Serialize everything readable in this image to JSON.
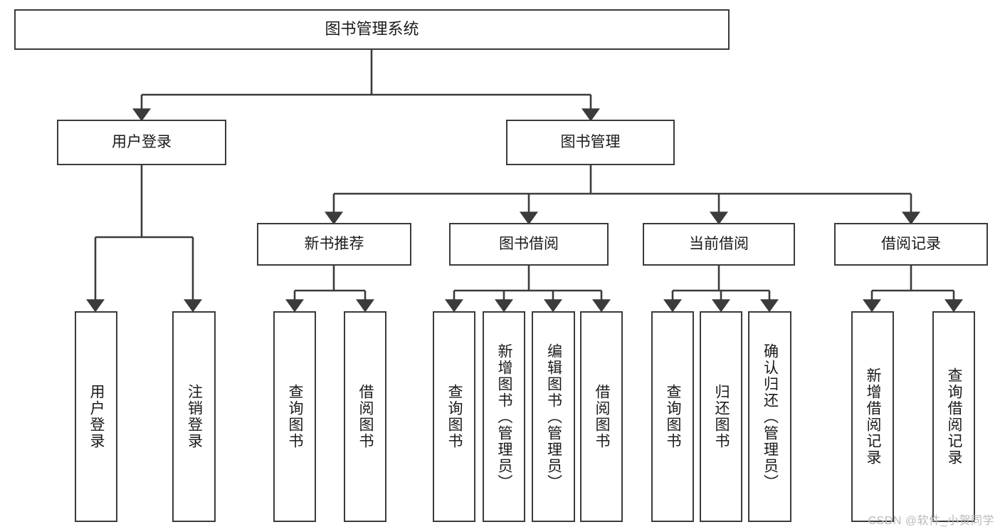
{
  "diagram": {
    "type": "tree",
    "title": "图书管理系统",
    "levels": {
      "root": {
        "label": "图书管理系统"
      },
      "level2": [
        {
          "label": "用户登录"
        },
        {
          "label": "图书管理"
        }
      ],
      "level3": [
        {
          "label": "新书推荐"
        },
        {
          "label": "图书借阅"
        },
        {
          "label": "当前借阅"
        },
        {
          "label": "借阅记录"
        }
      ],
      "leaves": [
        {
          "label": "用户登录",
          "parent": "用户登录"
        },
        {
          "label": "注销登录",
          "parent": "用户登录"
        },
        {
          "label": "查询图书",
          "parent": "新书推荐"
        },
        {
          "label": "借阅图书",
          "parent": "新书推荐"
        },
        {
          "label": "查询图书",
          "parent": "图书借阅"
        },
        {
          "label": "新增图书（管理员）",
          "parent": "图书借阅"
        },
        {
          "label": "编辑图书（管理员）",
          "parent": "图书借阅"
        },
        {
          "label": "借阅图书",
          "parent": "图书借阅"
        },
        {
          "label": "查询图书",
          "parent": "当前借阅"
        },
        {
          "label": "归还图书",
          "parent": "当前借阅"
        },
        {
          "label": "确认归还（管理员）",
          "parent": "当前借阅"
        },
        {
          "label": "新增借阅记录",
          "parent": "借阅记录"
        },
        {
          "label": "查询借阅记录",
          "parent": "借阅记录"
        }
      ]
    }
  },
  "watermark": {
    "text": "CSDN @软件_小贺同学"
  },
  "colors": {
    "stroke": "#3b3b3b",
    "fill": "#ffffff",
    "text": "#1a1a1a",
    "watermark": "#b9b9b9"
  }
}
